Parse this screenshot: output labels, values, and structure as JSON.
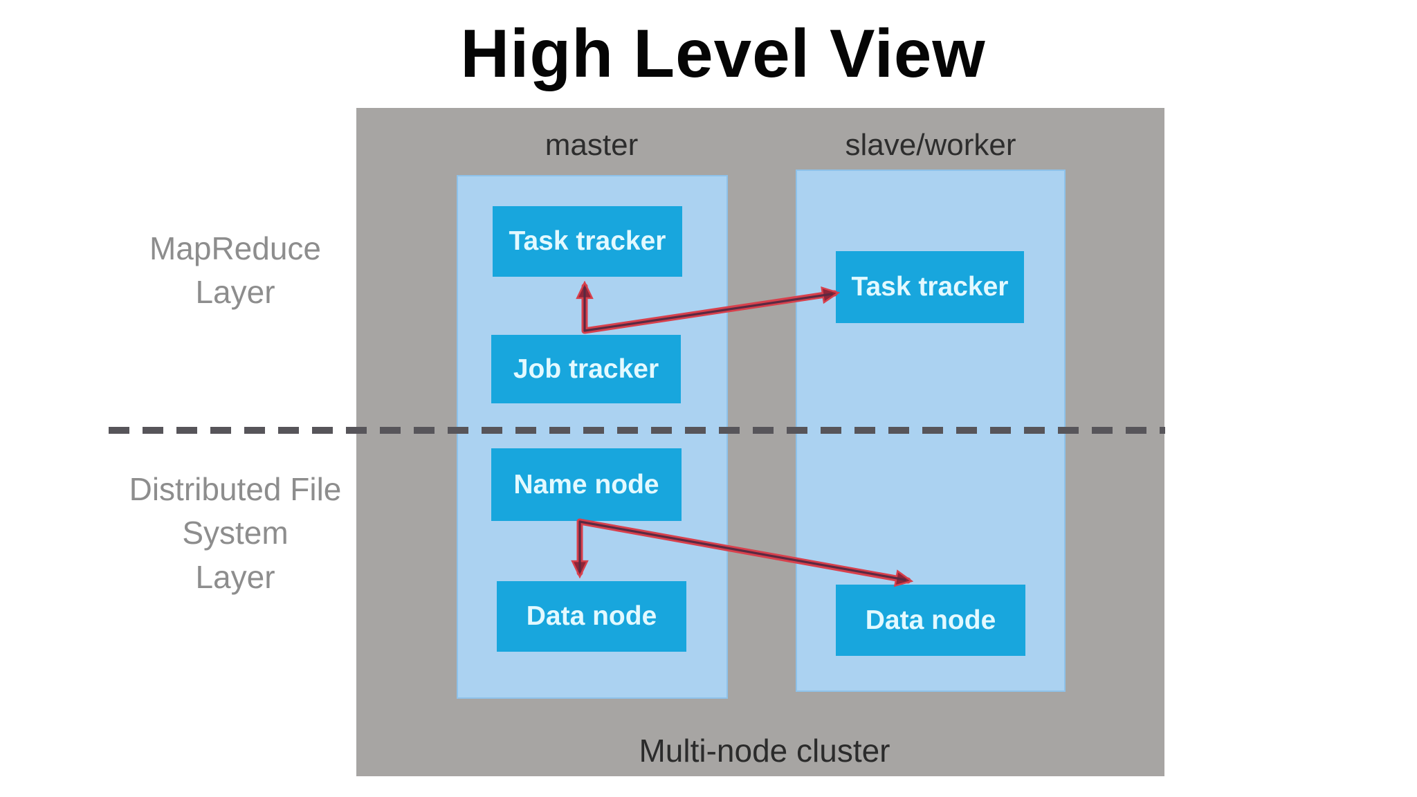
{
  "title": "High Level View",
  "diagram": {
    "columns": [
      {
        "label": "master",
        "nodes": [
          "Task tracker",
          "Job tracker",
          "Name node",
          "Data node"
        ]
      },
      {
        "label": "slave/worker",
        "nodes": [
          "Task tracker",
          "Data node"
        ]
      }
    ],
    "layers": [
      {
        "label": "MapReduce\nLayer"
      },
      {
        "label": "Distributed File\nSystem\nLayer"
      }
    ],
    "caption": "Multi-node cluster",
    "edges": [
      {
        "from": "master Job tracker",
        "to": "master Task tracker"
      },
      {
        "from": "master Job tracker",
        "to": "slave/worker Task tracker"
      },
      {
        "from": "master Name node",
        "to": "master Data node"
      },
      {
        "from": "master Name node",
        "to": "slave/worker Data node"
      }
    ],
    "colors": {
      "outer_panel": "#a7a5a3",
      "inner_panel": "#abd2f1",
      "node_fill": "#18a6dd",
      "node_text": "#e3f9ff",
      "arrow_red": "#d8404c",
      "arrow_dark": "#5a2a42",
      "dashed_line": "#57555a",
      "layer_label_text": "#8d8d8d",
      "header_text": "#2d2d2d",
      "title_text": "#050505"
    }
  }
}
